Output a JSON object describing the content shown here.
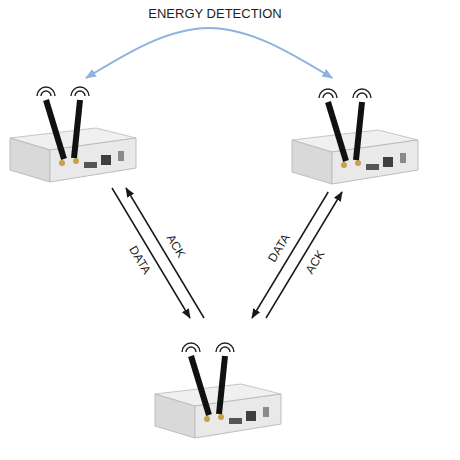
{
  "diagram": {
    "nodes": [
      {
        "text": []
      },
      {
        "text": []
      },
      {
        "text": []
      }
    ],
    "edges": [
      {
        "from": 0,
        "to": 1,
        "arrow": "both",
        "label": "ENERGY DETECTION"
      },
      {
        "from": 0,
        "to": 2,
        "arrow": "to",
        "label": "DATA"
      },
      {
        "from": 2,
        "to": 0,
        "arrow": "to",
        "label": "ACK"
      },
      {
        "from": 1,
        "to": 2,
        "arrow": "to",
        "label": "DATA"
      },
      {
        "from": 2,
        "to": 1,
        "arrow": "to",
        "label": "ACK"
      }
    ]
  }
}
